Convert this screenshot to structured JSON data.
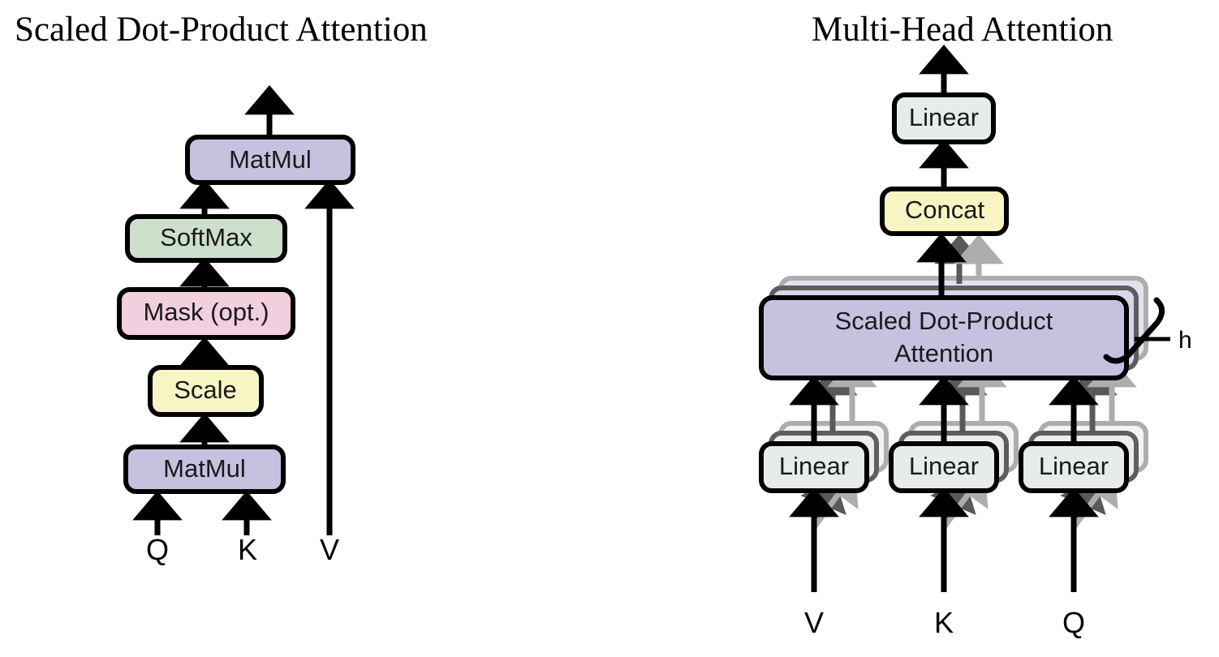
{
  "figure": {
    "background_color": "#ffffff",
    "panels": [
      {
        "id": "scaled-dot-product-attention",
        "title": "Scaled Dot-Product Attention",
        "nodes": [
          {
            "id": "matmul-top",
            "label": "MatMul",
            "color": "#c7c1e0"
          },
          {
            "id": "softmax",
            "label": "SoftMax",
            "color": "#cde0cb"
          },
          {
            "id": "mask",
            "label": "Mask (opt.)",
            "color": "#f2cfdf"
          },
          {
            "id": "scale",
            "label": "Scale",
            "color": "#f7f5c4"
          },
          {
            "id": "matmul-bottom",
            "label": "MatMul",
            "color": "#c7c1e0"
          }
        ],
        "inputs": [
          "Q",
          "K",
          "V"
        ]
      },
      {
        "id": "multi-head-attention",
        "title": "Multi-Head Attention",
        "nodes": [
          {
            "id": "linear-out",
            "label": "Linear",
            "color": "#e7ecea"
          },
          {
            "id": "concat",
            "label": "Concat",
            "color": "#f7f5c4"
          },
          {
            "id": "sdpa",
            "label_line1": "Scaled Dot-Product",
            "label_line2": "Attention",
            "color": "#c7c1e0"
          },
          {
            "id": "linear-v",
            "label": "Linear",
            "color": "#e7ecea"
          },
          {
            "id": "linear-k",
            "label": "Linear",
            "color": "#e7ecea"
          },
          {
            "id": "linear-q",
            "label": "Linear",
            "color": "#e7ecea"
          }
        ],
        "heads_label": "h",
        "inputs": [
          "V",
          "K",
          "Q"
        ]
      }
    ],
    "colors": {
      "purple": "#c7c1e0",
      "green": "#cde0cb",
      "pink": "#f2cfdf",
      "yellow": "#f7f5c4",
      "gray_green": "#e7ecea",
      "outline": "#000000",
      "ghost_dark": "#595959",
      "ghost_light": "#adadad"
    }
  }
}
